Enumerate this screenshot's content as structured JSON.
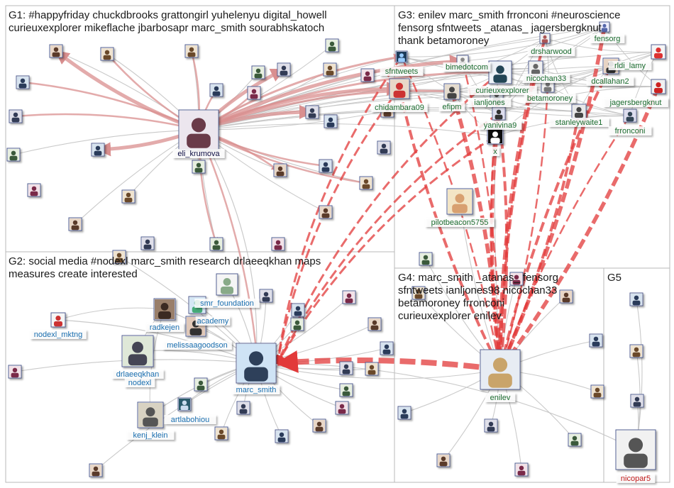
{
  "groups": [
    {
      "id": "G1",
      "title": "G1: #happyfriday chuckdbrooks grattongirl yuhelenyu digital_howell\ncurieuxexplorer mikeflache jbarbosapr marc_smith sourabhskatoch"
    },
    {
      "id": "G2",
      "title": "G2: social media #nodexl marc_smith research drlaeeqkhan maps\nmeasures create interested"
    },
    {
      "id": "G3",
      "title": "G3: enilev marc_smith frronconi #neuroscience\nfensorg sfntweets _atanas_ jagersbergknut\nthank betamoroney"
    },
    {
      "id": "G4",
      "title": "G4: marc_smith _atanas_ fensorg\nsfntweets ianljones98 nicochan33\nbetamoroney frronconi\ncurieuxexplorer enilev"
    },
    {
      "id": "G5",
      "title": "G5"
    }
  ],
  "labels": {
    "eli_krumova": "eli_krumova",
    "marc_smith": "marc_smith",
    "enilev": "enilev",
    "nicopar5": "nicopar5",
    "pilotbeacon5755": "pilotbeacon5755",
    "sfntweets": "sfntweets",
    "chidambara09": "chidambara09",
    "efipm": "efipm",
    "bimedotcom": "bimedotcom",
    "curieuxexplorer": "curieuxexplorer",
    "ianljones": "ianljones",
    "nicochan33": "nicochan33",
    "betamoroney": "betamoroney",
    "drsharwood": "drsharwood",
    "fensorg": "fensorg",
    "rldi_lamy": "rldi_lamy",
    "dcallahan2": "dcallahan2",
    "jagersbergknut": "jagersbergknut",
    "stanleywaite1": "stanleywaite1",
    "frronconi": "frronconi",
    "yanivina9": "yanivina9",
    "x": "x",
    "smr_foundation": "smr_foundation",
    "radkejen": "radkejen",
    "academy": "academy",
    "melissaagoodson": "melissaagoodson",
    "nodexl_mktng": "nodexl_mktng",
    "drlaeeqkhan": "drlaeeqkhan",
    "nodexl": "nodexl",
    "artlabohiou": "artlabohiou",
    "kenj_klein": "kenj_klein"
  },
  "colors": {
    "g1_edge": "#d98f8f",
    "g3_edge": "#e23a3a",
    "gray_edge": "#c4c4c4",
    "g1_label": "#0a0a40",
    "g2_label": "#1a6fb0",
    "g3_label": "#1a6b2e",
    "g5_label": "#c01818",
    "frame": "#b8b8b8"
  }
}
